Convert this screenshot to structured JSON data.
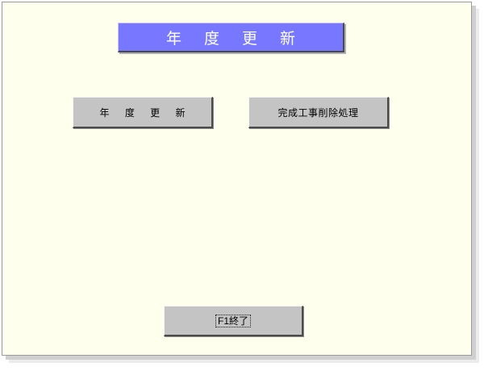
{
  "header": {
    "title": "年 度 更 新"
  },
  "main": {
    "nendo_button_label": "年 度 更 新",
    "kansei_button_label": "完成工事削除処理"
  },
  "footer": {
    "exit_button_label": "F1終了"
  },
  "colors": {
    "background": "#ffffee",
    "title_banner": "#7777ff",
    "button_face": "#c4c4c4"
  }
}
